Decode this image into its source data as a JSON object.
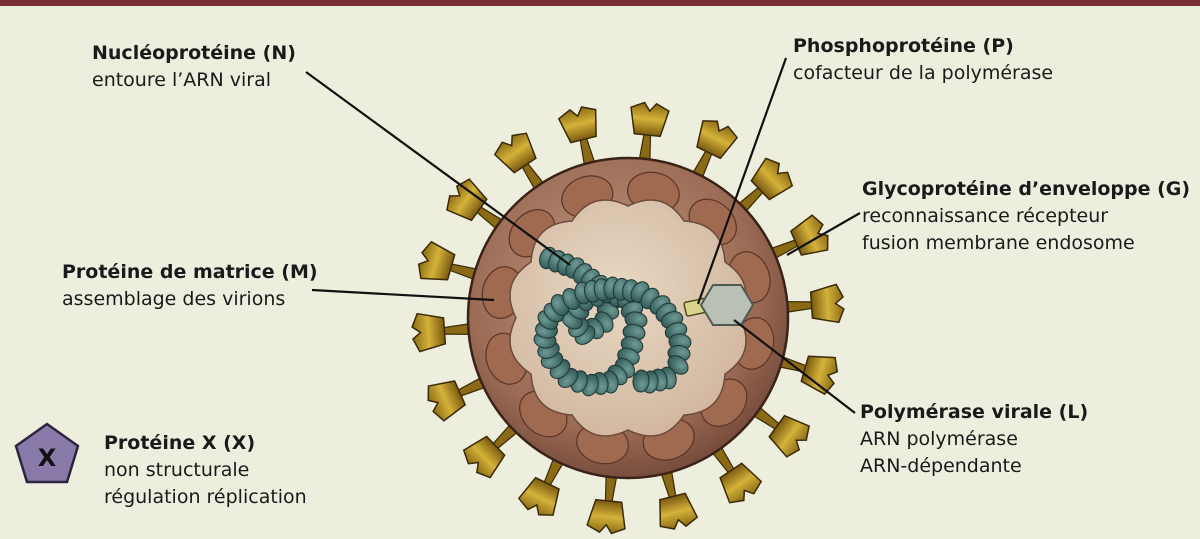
{
  "labels": {
    "N": {
      "title": "Nucléoprotéine (N)",
      "lines": [
        "entoure l’ARN viral"
      ]
    },
    "P": {
      "title": "Phosphoprotéine (P)",
      "lines": [
        "cofacteur de la polymérase"
      ]
    },
    "G": {
      "title": "Glycoprotéine d’enveloppe (G)",
      "lines": [
        "reconnaissance récepteur",
        "fusion membrane endosome"
      ]
    },
    "M": {
      "title": "Protéine de matrice (M)",
      "lines": [
        "assemblage des virions"
      ]
    },
    "L": {
      "title": "Polymérase virale (L)",
      "lines": [
        "ARN polymérase",
        "ARN-dépendante"
      ]
    },
    "X": {
      "title": "Protéine X (X)",
      "lines": [
        "non structurale",
        "régulation réplication"
      ],
      "icon_letter": "X"
    }
  },
  "colors": {
    "background": "#eeeedf",
    "top_bar": "#7a2f35",
    "envelope": "#8c5c48",
    "matrix": "#a06a50",
    "interior": "#dcc7b0",
    "spike": "#b58e22",
    "nucleoprotein": "#44706c",
    "phosphoprotein": "#d8d48a",
    "polymerase": "#b9c1b6",
    "protein_x": "#8a7aaa"
  }
}
